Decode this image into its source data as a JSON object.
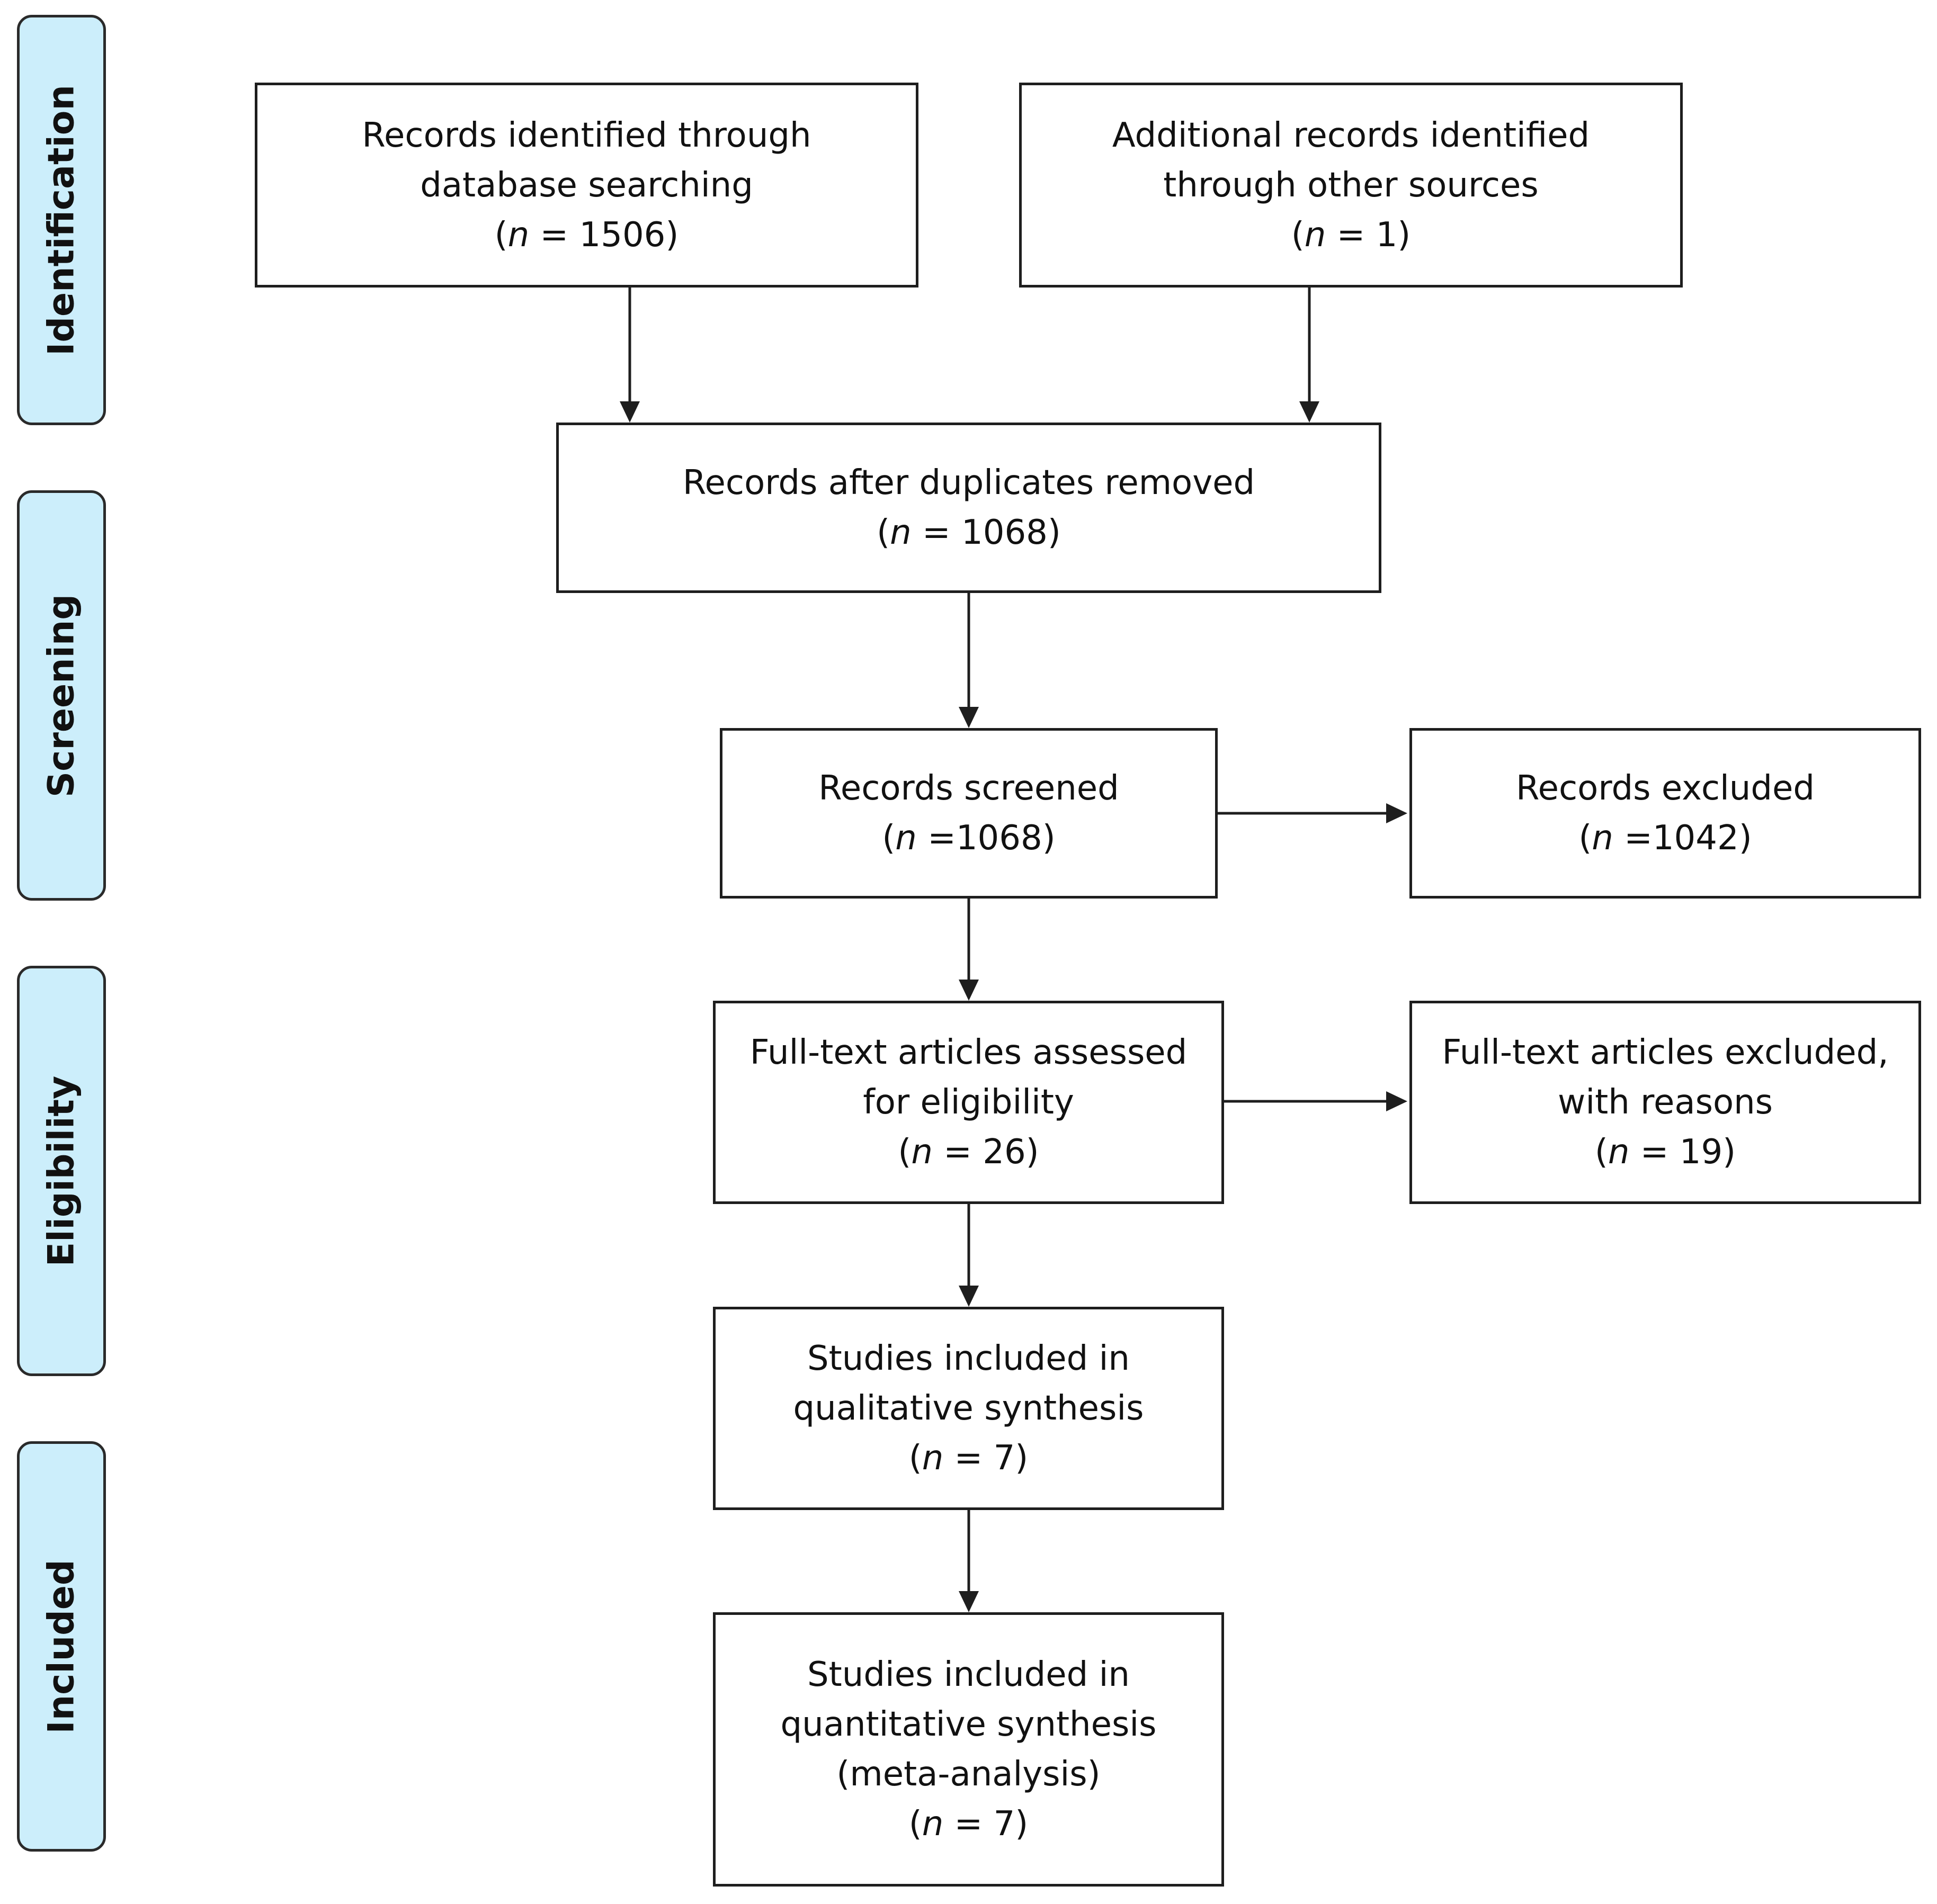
{
  "phases": [
    {
      "label": "Identification"
    },
    {
      "label": "Screening"
    },
    {
      "label": "Eligibility"
    },
    {
      "label": "Included"
    }
  ],
  "boxes": {
    "db_search": {
      "lines": [
        "Records identified through",
        "database searching"
      ],
      "n_prefix": "n",
      "n_rest": " =  1506"
    },
    "other_sources": {
      "lines": [
        "Additional records identified",
        "through other sources"
      ],
      "n_prefix": "n",
      "n_rest": " = 1"
    },
    "duplicates_removed": {
      "lines": [
        "Records after duplicates removed"
      ],
      "n_prefix": "n",
      "n_rest": " = 1068"
    },
    "screened": {
      "lines": [
        "Records screened"
      ],
      "n_prefix": "n",
      "n_rest": " =1068"
    },
    "excluded": {
      "lines": [
        "Records excluded"
      ],
      "n_prefix": "n",
      "n_rest": " =1042"
    },
    "fulltext_assessed": {
      "lines": [
        "Full-text articles assessed",
        "for eligibility"
      ],
      "n_prefix": "n",
      "n_rest": " = 26"
    },
    "fulltext_excluded": {
      "lines": [
        "Full-text articles excluded,",
        "with reasons"
      ],
      "n_prefix": "n",
      "n_rest": " = 19"
    },
    "qualitative": {
      "lines": [
        "Studies included in",
        "qualitative synthesis"
      ],
      "n_prefix": "n",
      "n_rest": " = 7"
    },
    "quantitative": {
      "lines": [
        "Studies included in",
        "quantitative synthesis",
        "(meta-analysis)"
      ],
      "n_prefix": "n",
      "n_rest": " = 7"
    }
  },
  "colors": {
    "phase_fill": "#cceefb",
    "line": "#1e1e1e"
  }
}
